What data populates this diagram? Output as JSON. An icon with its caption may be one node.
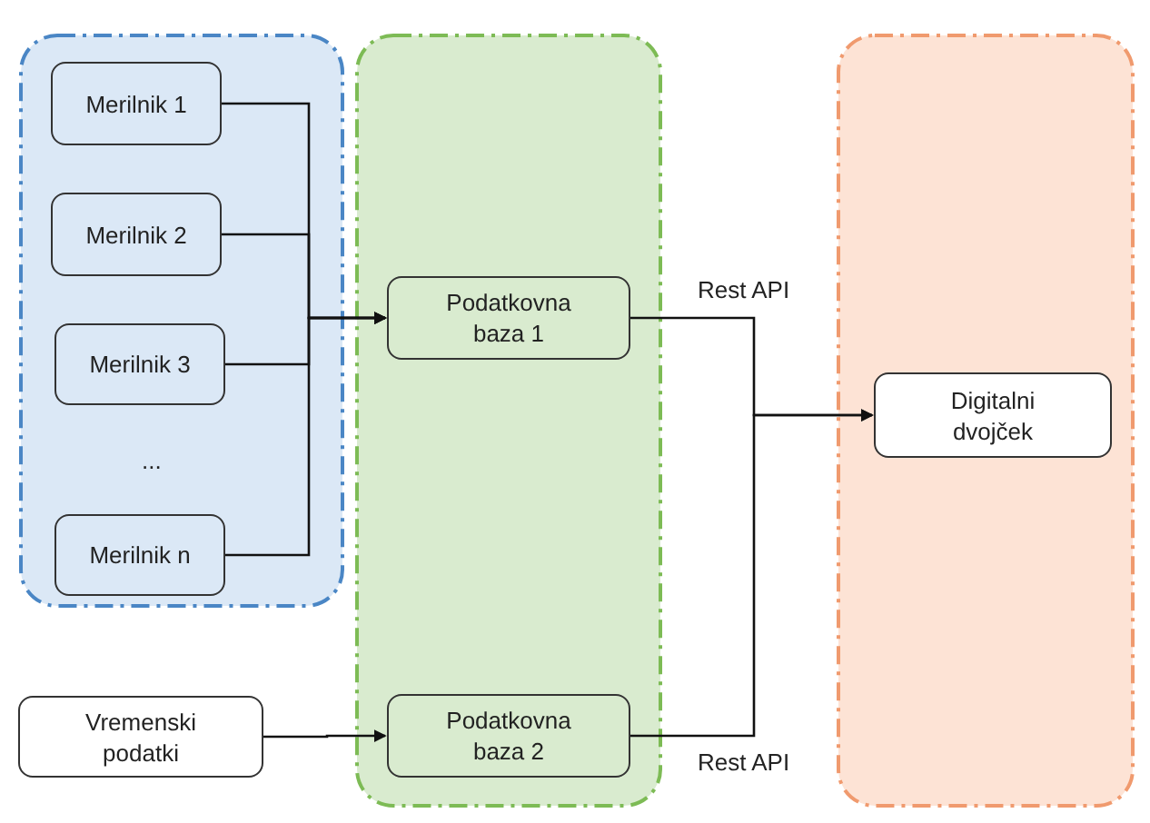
{
  "diagram": {
    "nodes": [
      {
        "text": [],
        "shape": "box"
      },
      {
        "text": [
          "Merilnik 1"
        ],
        "in": 0
      },
      {
        "text": [
          "Merilnik 2"
        ],
        "in": 0
      },
      {
        "text": [
          "Merilnik 3"
        ],
        "in": 0
      },
      {
        "text": [
          "Merilnik n"
        ],
        "in": 0
      },
      {
        "text": [],
        "shape": "box"
      },
      {
        "text": [
          "Podatkovna baza 1"
        ],
        "in": 5
      },
      {
        "text": [
          "Podatkovna baza 2"
        ],
        "in": 5
      },
      {
        "text": [],
        "shape": "box"
      },
      {
        "text": [
          "Digitalni dvojček"
        ],
        "in": 8
      },
      {
        "text": [
          "Vremenski podatki"
        ]
      }
    ],
    "edges": [
      {
        "from": 1,
        "to": 6,
        "arrow": "to"
      },
      {
        "from": 2,
        "to": 6,
        "arrow": "to"
      },
      {
        "from": 3,
        "to": 6,
        "arrow": "to"
      },
      {
        "from": 4,
        "to": 6,
        "arrow": "to"
      },
      {
        "from": 10,
        "to": 7,
        "arrow": "to"
      },
      {
        "from": 6,
        "to": 9,
        "arrow": "to",
        "label": "Rest API"
      },
      {
        "from": 7,
        "to": 9,
        "arrow": "to",
        "label": "Rest API"
      }
    ],
    "labels": [
      "..."
    ]
  }
}
